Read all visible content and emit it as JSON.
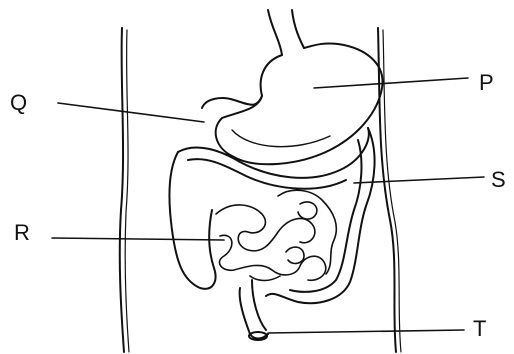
{
  "labels": {
    "P": "P",
    "Q": "Q",
    "R": "R",
    "S": "S",
    "T": "T"
  },
  "colors": {
    "ink": "#111111",
    "background": "#ffffff"
  }
}
